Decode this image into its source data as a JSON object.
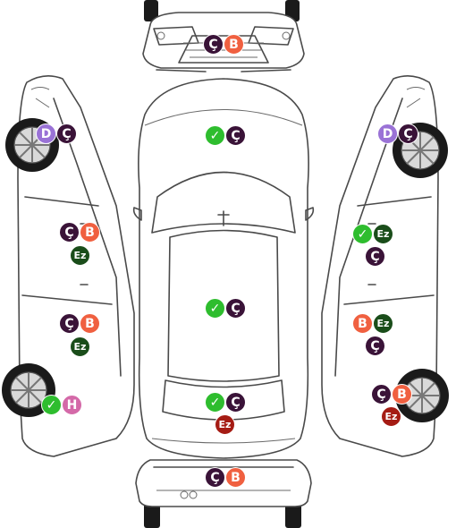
{
  "colors": {
    "repaint": "#f06040",
    "original": "#2ebd2e",
    "replaced": "#3a1338",
    "changed_dark": "#a51c14",
    "changed_green": "#1a4d1a",
    "dented": "#9a72d6",
    "damaged": "#d469a8"
  },
  "badges": {
    "C": "Ç",
    "B": "B",
    "D": "D",
    "H": "H",
    "Ez": "Ez",
    "check": "✓"
  },
  "zones": [
    {
      "id": "front-bumper",
      "codes": [
        "C",
        "B"
      ]
    },
    {
      "id": "hood",
      "codes": [
        "check",
        "C"
      ]
    },
    {
      "id": "roof",
      "codes": [
        "check",
        "C"
      ]
    },
    {
      "id": "trunk",
      "codes": [
        "check",
        "C",
        "Ez"
      ]
    },
    {
      "id": "rear-bumper",
      "codes": [
        "C",
        "B"
      ]
    },
    {
      "id": "left-front-fender",
      "codes": [
        "D",
        "C"
      ]
    },
    {
      "id": "left-front-door",
      "codes": [
        "C",
        "B",
        "Ez"
      ]
    },
    {
      "id": "left-rear-door",
      "codes": [
        "C",
        "B",
        "Ez"
      ]
    },
    {
      "id": "left-rear-fender",
      "codes": [
        "check",
        "H"
      ]
    },
    {
      "id": "right-front-fender",
      "codes": [
        "D",
        "C"
      ]
    },
    {
      "id": "right-front-door",
      "codes": [
        "check",
        "Ez",
        "C"
      ]
    },
    {
      "id": "right-rear-door",
      "codes": [
        "B",
        "Ez",
        "C"
      ]
    },
    {
      "id": "right-rear-fender",
      "codes": [
        "C",
        "B",
        "Ez"
      ]
    }
  ]
}
